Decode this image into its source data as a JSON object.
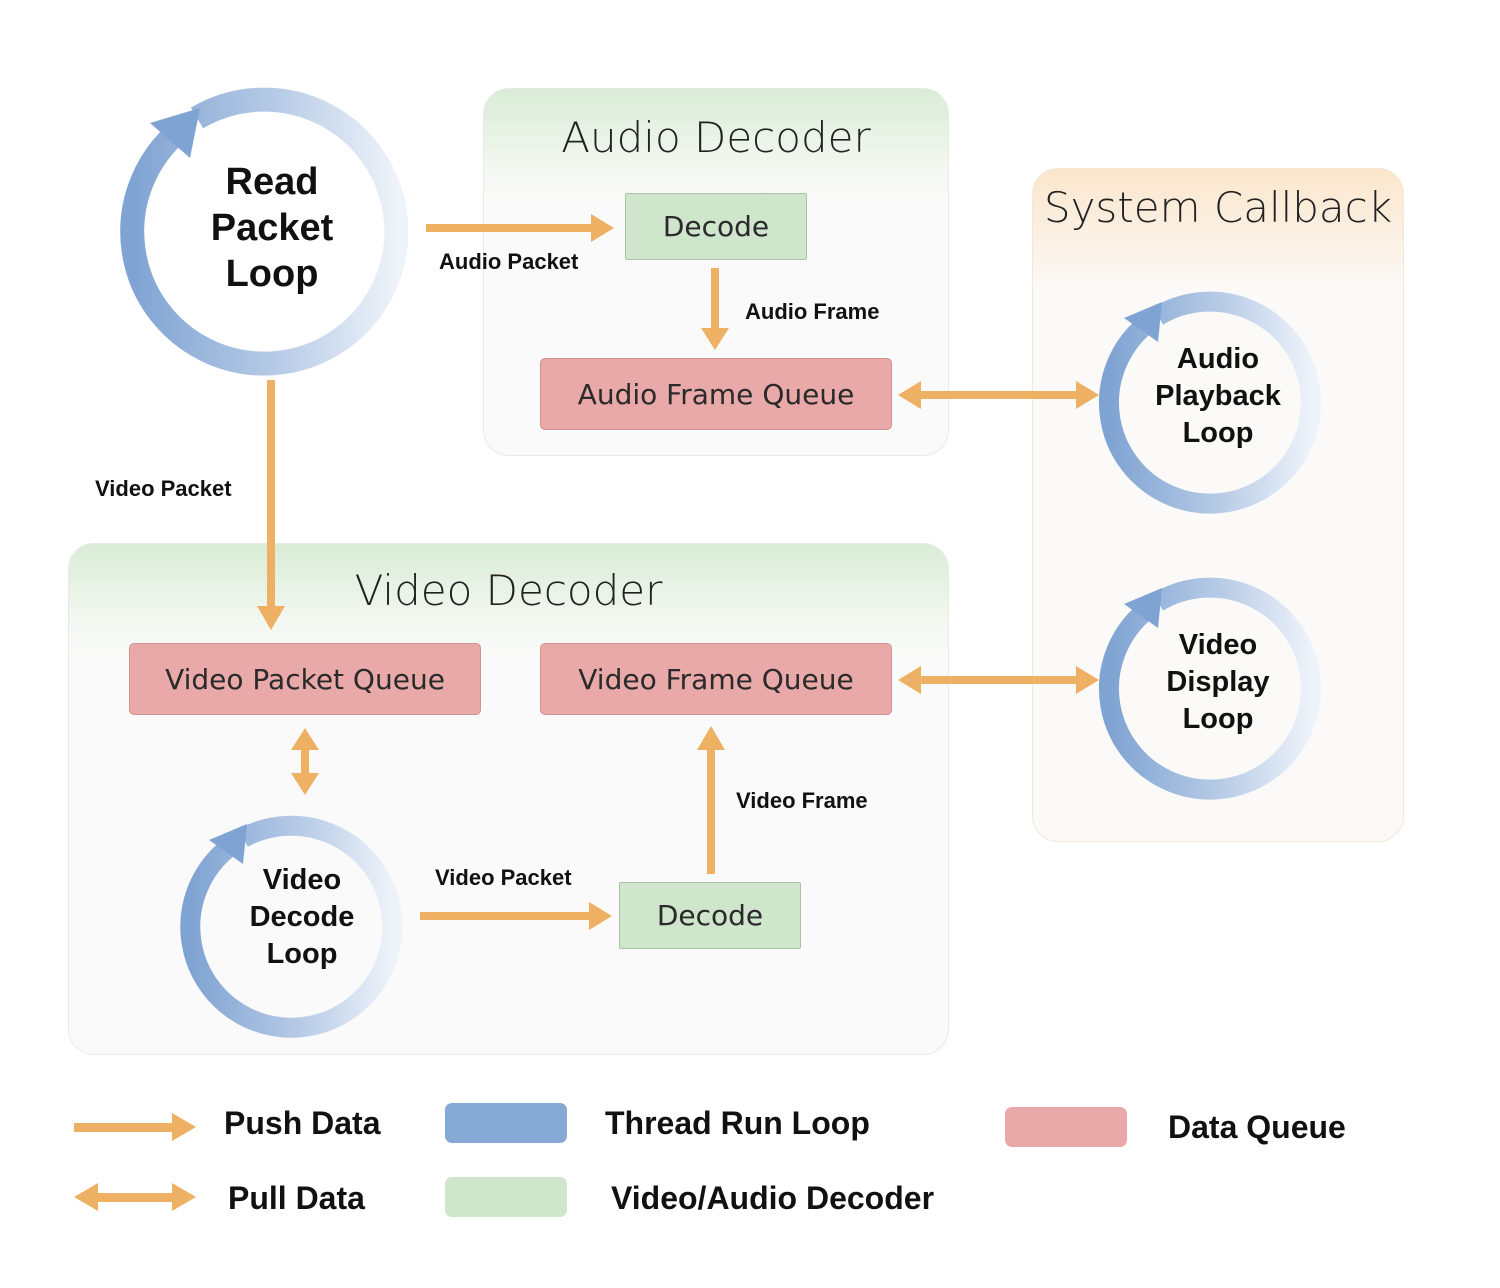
{
  "panels": {
    "audio_decoder": "Audio Decoder",
    "video_decoder": "Video Decoder",
    "system_callback": "System Callback"
  },
  "loops": {
    "read_packet": [
      "Read",
      "Packet",
      "Loop"
    ],
    "audio_playback": [
      "Audio",
      "Playback",
      "Loop"
    ],
    "video_display": [
      "Video",
      "Display",
      "Loop"
    ],
    "video_decode": [
      "Video",
      "Decode",
      "Loop"
    ]
  },
  "boxes": {
    "audio_decode": "Decode",
    "audio_frame_queue": "Audio Frame Queue",
    "video_packet_queue": "Video Packet Queue",
    "video_frame_queue": "Video Frame Queue",
    "video_decode": "Decode"
  },
  "edges": {
    "audio_packet": "Audio Packet",
    "audio_frame": "Audio Frame",
    "video_packet_main": "Video Packet",
    "video_packet_decode": "Video Packet",
    "video_frame": "Video Frame"
  },
  "legend": {
    "push_data": "Push Data",
    "pull_data": "Pull Data",
    "thread_run_loop": "Thread Run Loop",
    "video_audio_decoder": "Video/Audio Decoder",
    "data_queue": "Data Queue"
  },
  "colors": {
    "arrow": "#eeb063",
    "loop": "#86a8d4",
    "queue": "#e8a9a8",
    "decoder": "#cfe5cc"
  }
}
